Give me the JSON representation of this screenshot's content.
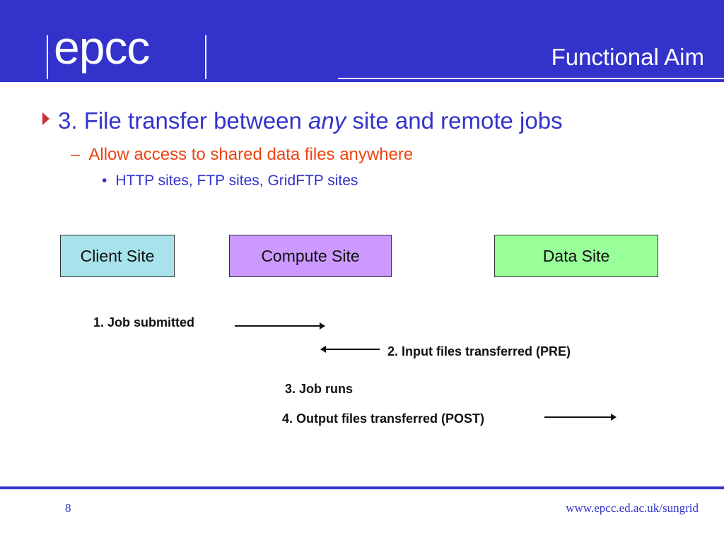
{
  "header": {
    "logo_text": "epcc",
    "title": "Functional Aim"
  },
  "bullets": {
    "level1": {
      "prefix": "3. File transfer between ",
      "emphasis": "any",
      "suffix": " site and remote jobs"
    },
    "level2": {
      "marker": "–",
      "text": "Allow access to shared data files anywhere"
    },
    "level3": {
      "marker": "•",
      "text": "HTTP sites, FTP sites, GridFTP sites"
    }
  },
  "sites": {
    "client": "Client Site",
    "compute": "Compute Site",
    "data": "Data Site"
  },
  "steps": {
    "step1": "1. Job submitted",
    "step2": "2. Input files transferred (PRE)",
    "step3": "3. Job runs",
    "step4": "4. Output files transferred (POST)"
  },
  "footer": {
    "page_number": "8",
    "url": "www.epcc.ed.ac.uk/sungrid"
  },
  "colors": {
    "brand_blue": "#3333cc",
    "bullet_marker": "#cc3333",
    "sub_bullet": "#ee4411",
    "client_site": "#a8e3ec",
    "compute_site": "#cc99ff",
    "data_site": "#99ff99"
  }
}
